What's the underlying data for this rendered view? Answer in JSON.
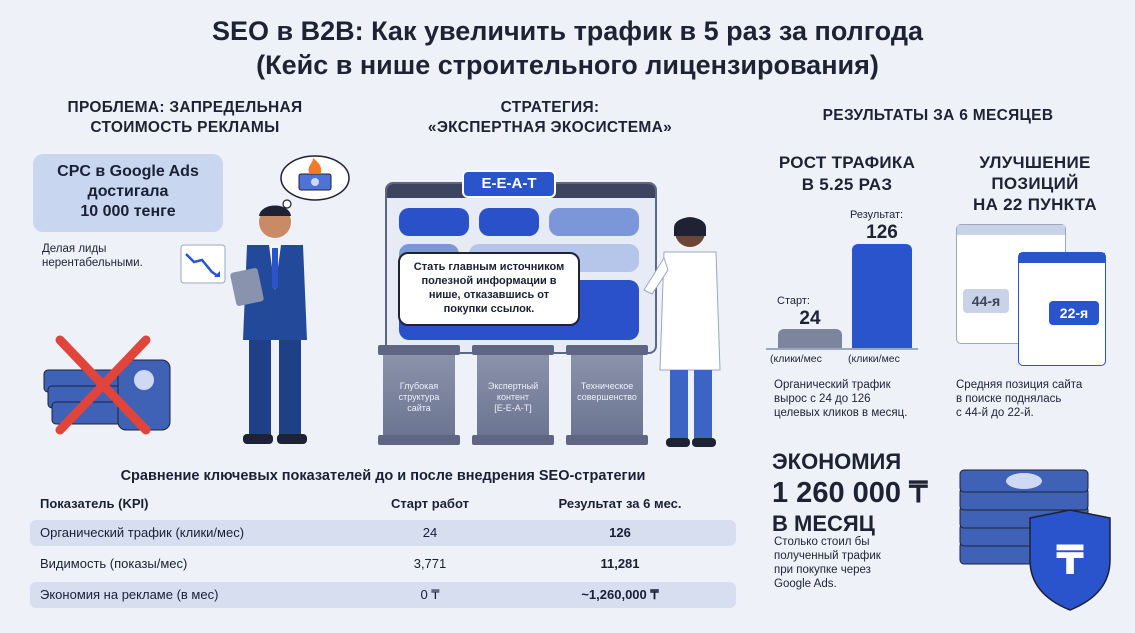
{
  "title": {
    "line1": "SEO в B2B: Как увеличить трафик в 5 раз за полгода",
    "line2": "(Кейс в нише строительного лицензирования)"
  },
  "problem": {
    "heading_line1": "ПРОБЛЕМА: ЗАПРЕДЕЛЬНАЯ",
    "heading_line2": "СТОИМОСТЬ РЕКЛАМЫ",
    "cpc_line1": "CPC в Google Ads",
    "cpc_line2": "достигала",
    "cpc_line3": "10 000 тенге",
    "note_line1": "Делая лиды",
    "note_line2": "нерентабельными."
  },
  "strategy": {
    "heading_line1": "СТРАТЕГИЯ:",
    "heading_line2": "«ЭКСПЕРТНАЯ ЭКОСИСТЕМА»",
    "badge": "E-E-A-T",
    "callout_line1": "Стать главным источником",
    "callout_line2": "полезной информации в",
    "callout_line3": "нише, отказавшись от",
    "callout_line4": "покупки ссылок.",
    "pillars": [
      {
        "line1": "Глубокая",
        "line2": "структура",
        "line3": "сайта"
      },
      {
        "line1": "Экспертный",
        "line2": "контент",
        "line3": "[E-E-A-T]"
      },
      {
        "line1": "Техническое",
        "line2": "совершенство",
        "line3": ""
      }
    ]
  },
  "results": {
    "heading": "РЕЗУЛЬТАТЫ ЗА 6 МЕСЯЦЕВ",
    "traffic": {
      "heading_line1": "РОСТ ТРАФИКА",
      "heading_line2": "В 5.25 РАЗ",
      "start_label": "Старт:",
      "start_value": "24",
      "start_unit": "(клики/мес",
      "result_label": "Результат:",
      "result_value": "126",
      "result_unit": "(клики/мес",
      "start_num": 24,
      "result_num": 126,
      "desc_line1": "Органический трафик",
      "desc_line2": "вырос с 24 до 126",
      "desc_line3": "целевых кликов в месяц."
    },
    "positions": {
      "heading_line1": "УЛУЧШЕНИЕ",
      "heading_line2": "ПОЗИЦИЙ",
      "heading_line3": "НА 22 ПУНКТА",
      "before": "44-я",
      "after": "22-я",
      "desc_line1": "Средняя позиция сайта",
      "desc_line2": "в поиске поднялась",
      "desc_line3": "с 44-й до 22-й."
    },
    "savings": {
      "line1": "ЭКОНОМИЯ",
      "line2": "1 260 000 ₸",
      "line3": "В МЕСЯЦ",
      "desc_line1": "Столько стоил бы",
      "desc_line2": "полученный трафик",
      "desc_line3": "при покупке через",
      "desc_line4": "Google Ads."
    }
  },
  "comparison": {
    "caption": "Сравнение ключевых показателей до и после внедрения SEO-стратегии",
    "headers": [
      "Показатель (KPI)",
      "Старт работ",
      "Результат за 6 мес."
    ],
    "rows": [
      [
        "Органический трафик (клики/мес)",
        "24",
        "126"
      ],
      [
        "Видимость (показы/мес)",
        "3,771",
        "11,281"
      ],
      [
        "Экономия на рекламе (в мес)",
        "0 ₸",
        "~1,260,000 ₸"
      ]
    ]
  },
  "colors": {
    "accent": "#2a54cc",
    "background": "#eef1f8",
    "danger": "#e0443a"
  }
}
